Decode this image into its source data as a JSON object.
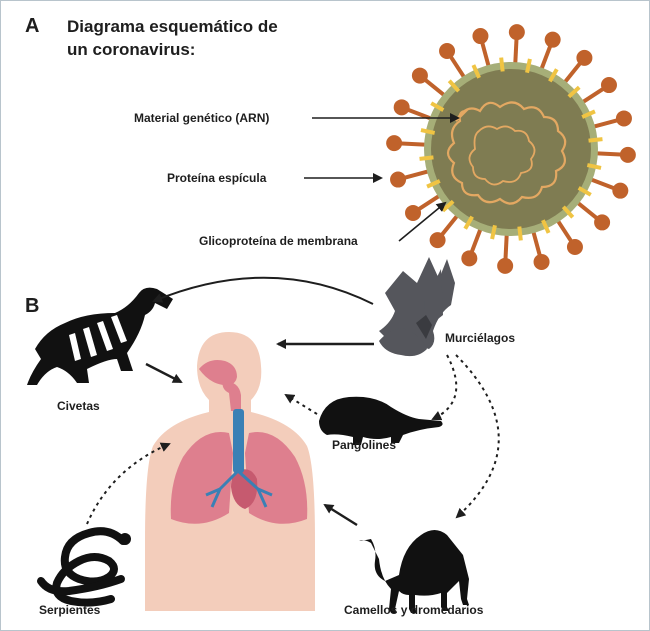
{
  "panel_a": {
    "letter": "A",
    "title_line1": "Diagrama esquemático de",
    "title_line2": "un coronavirus:",
    "labels": {
      "rna": "Material genético (ARN)",
      "spike": "Proteína espícula",
      "membrane": "Glicoproteína de membrana"
    }
  },
  "panel_b": {
    "letter": "B",
    "animals": {
      "bats": "Murciélagos",
      "civets": "Civetas",
      "pangolins": "Pangolines",
      "snakes": "Serpientes",
      "camels": "Camellos y dromedarios"
    }
  },
  "colors": {
    "virus_body": "#7f7c52",
    "virus_rim": "#a6ae78",
    "spike": "#c0622b",
    "membrane_tab": "#f0c443",
    "human_skin": "#f3cdbb",
    "lungs": "#de7f8e",
    "airway": "#3a80b5",
    "animal": "#111111",
    "bat": "#55565c"
  }
}
